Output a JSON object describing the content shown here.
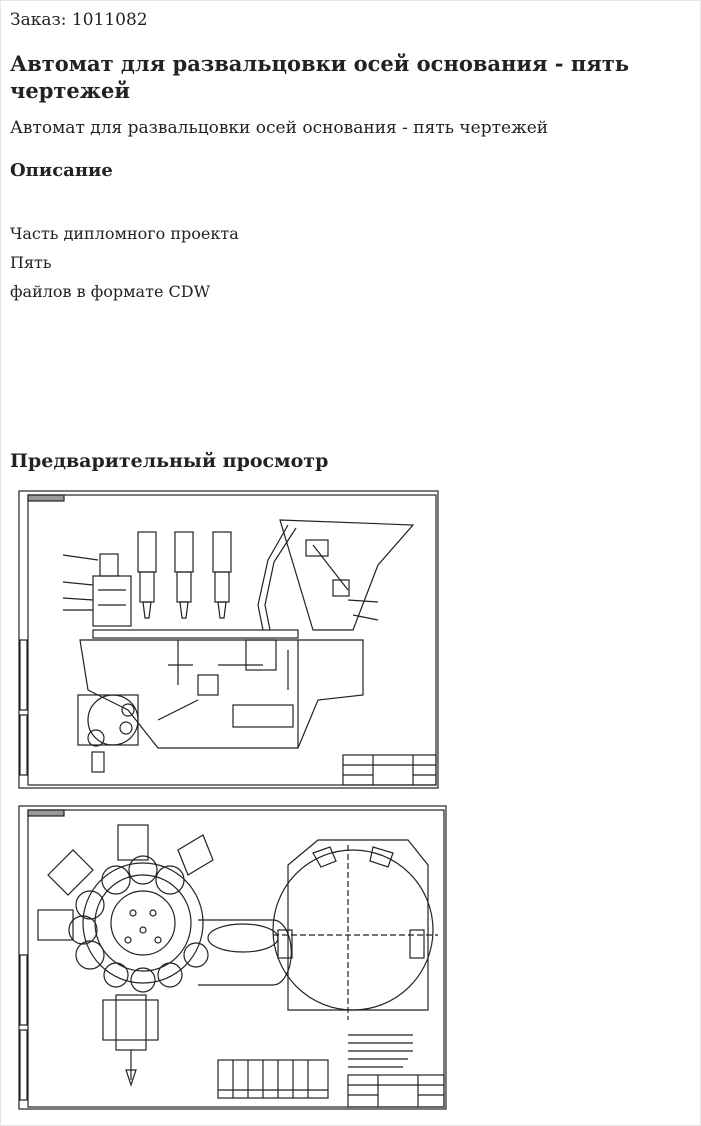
{
  "order": {
    "label": "Заказ: 1011082"
  },
  "product": {
    "title": "Автомат для развальцовки осей основания - пять чертежей",
    "subtitle": "Автомат для развальцовки осей основания - пять чертежей"
  },
  "description": {
    "heading": "Описание",
    "lines": [
      "Часть дипломного проекта",
      "Пять",
      "файлов в формате CDW"
    ]
  },
  "preview": {
    "heading": "Предварительный просмотр"
  }
}
